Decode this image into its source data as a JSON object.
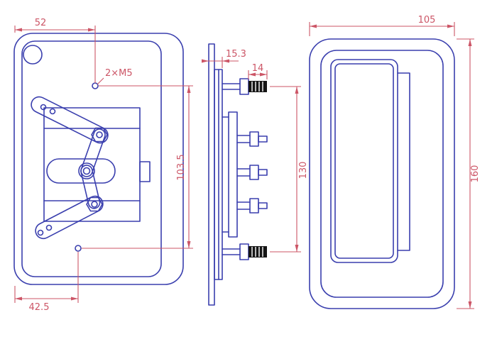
{
  "drawing": {
    "colors": {
      "line": "#3a3fae",
      "dimension": "#cc5566",
      "thread": "#151515",
      "background": "#ffffff"
    },
    "front_view": {
      "dim_width_to_hole": "52",
      "dim_hole_callout": "2×M5",
      "dim_hole_spacing": "103.5",
      "dim_bottom_hole_offset": "42.5"
    },
    "side_view": {
      "dim_panel_depth": "15.3",
      "dim_stud_length": "14",
      "dim_stud_spacing": "130"
    },
    "rear_view": {
      "dim_width": "105",
      "dim_height": "160"
    }
  }
}
